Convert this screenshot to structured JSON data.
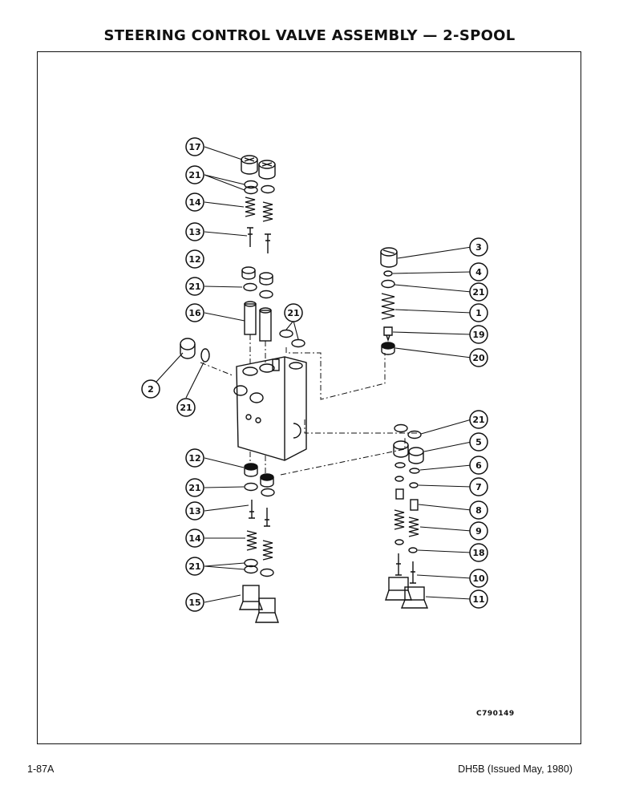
{
  "title": "STEERING CONTROL VALVE ASSEMBLY — 2-SPOOL",
  "drawing_code": "C790149",
  "footer": {
    "page_number": "1-87A",
    "document": "DH5B (Issued May, 1980)"
  },
  "callouts": {
    "c17": "17",
    "c21a": "21",
    "c14a": "14",
    "c13a": "13",
    "c12a": "12",
    "c21b": "21",
    "c16": "16",
    "c21c": "21",
    "c2": "2",
    "c21d": "21",
    "c12b": "12",
    "c21e": "21",
    "c13b": "13",
    "c14b": "14",
    "c21f": "21",
    "c15": "15",
    "c3": "3",
    "c4": "4",
    "c21g": "21",
    "c1": "1",
    "c19": "19",
    "c20": "20",
    "c21h": "21",
    "c5": "5",
    "c6": "6",
    "c7": "7",
    "c8": "8",
    "c9": "9",
    "c18": "18",
    "c10": "10",
    "c11": "11"
  }
}
